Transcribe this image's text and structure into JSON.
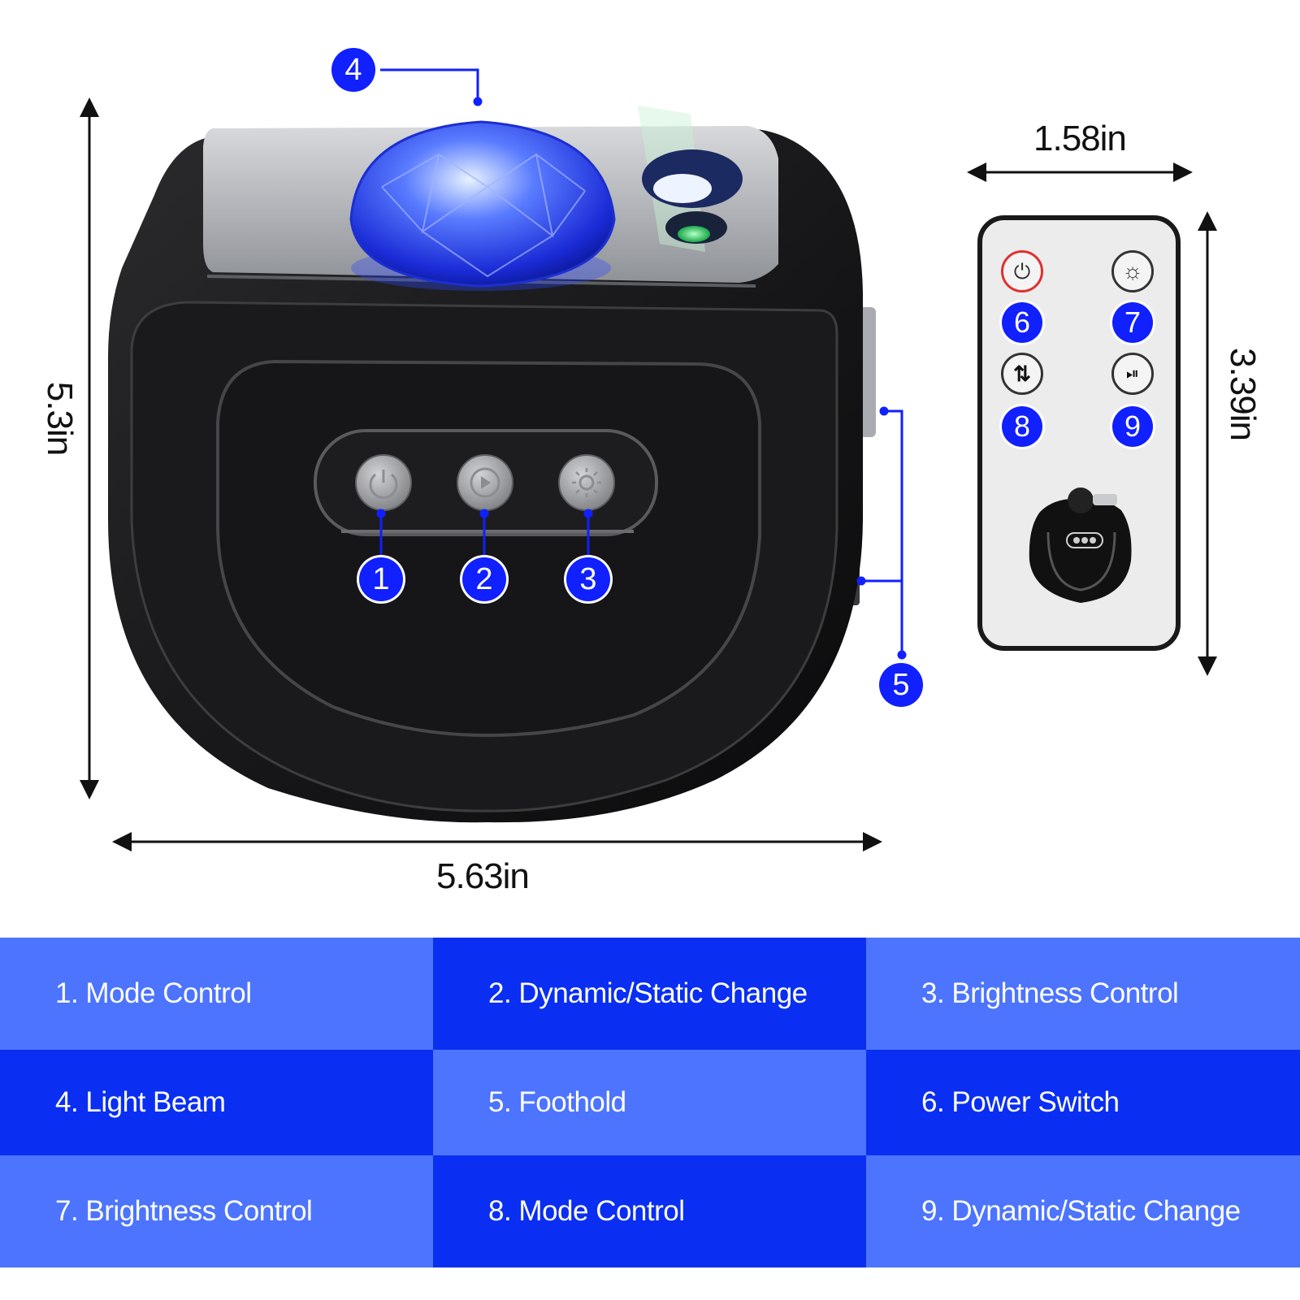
{
  "dimensions": {
    "projector_height": "5.3in",
    "projector_width": "5.63in",
    "remote_width": "1.58in",
    "remote_height": "3.39in"
  },
  "callouts": [
    "1",
    "2",
    "3",
    "4",
    "5",
    "6",
    "7",
    "8",
    "9"
  ],
  "legend": [
    "1. Mode Control",
    "2. Dynamic/Static Change",
    "3. Brightness Control",
    "4. Light Beam",
    "5. Foothold",
    "6. Power Switch",
    "7. Brightness Control",
    "8. Mode Control",
    "9. Dynamic/Static Change"
  ],
  "colors": {
    "callout_blue": "#1020ff",
    "legend_light": "#4d74ff",
    "legend_dark": "#0a2ff2",
    "device_black": "#1b1b1d",
    "device_silver": "#b9bcc0"
  },
  "icons": [
    "power-icon",
    "cycle-play-icon",
    "sun-icon",
    "swap-arrows-icon",
    "play-pause-icon"
  ]
}
